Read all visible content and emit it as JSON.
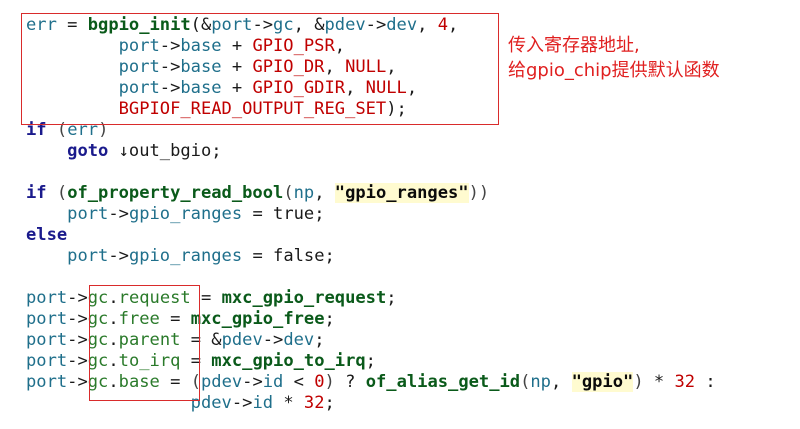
{
  "code_lines": [
    [
      {
        "t": "err",
        "c": "v"
      },
      {
        "t": " = ",
        "c": "o"
      },
      {
        "t": "bgpio_init",
        "c": "f"
      },
      {
        "t": "(&",
        "c": "o"
      },
      {
        "t": "port",
        "c": "v"
      },
      {
        "t": "->",
        "c": "o"
      },
      {
        "t": "gc",
        "c": "v"
      },
      {
        "t": ", &",
        "c": "o"
      },
      {
        "t": "pdev",
        "c": "v"
      },
      {
        "t": "->",
        "c": "o"
      },
      {
        "t": "dev",
        "c": "v"
      },
      {
        "t": ", ",
        "c": "o"
      },
      {
        "t": "4",
        "c": "c"
      },
      {
        "t": ",",
        "c": "o"
      }
    ],
    [
      {
        "t": "         ",
        "c": "o"
      },
      {
        "t": "port",
        "c": "v"
      },
      {
        "t": "->",
        "c": "o"
      },
      {
        "t": "base",
        "c": "v"
      },
      {
        "t": " + ",
        "c": "o"
      },
      {
        "t": "GPIO_PSR",
        "c": "c"
      },
      {
        "t": ",",
        "c": "o"
      }
    ],
    [
      {
        "t": "         ",
        "c": "o"
      },
      {
        "t": "port",
        "c": "v"
      },
      {
        "t": "->",
        "c": "o"
      },
      {
        "t": "base",
        "c": "v"
      },
      {
        "t": " + ",
        "c": "o"
      },
      {
        "t": "GPIO_DR",
        "c": "c"
      },
      {
        "t": ", ",
        "c": "o"
      },
      {
        "t": "NULL",
        "c": "c"
      },
      {
        "t": ",",
        "c": "o"
      }
    ],
    [
      {
        "t": "         ",
        "c": "o"
      },
      {
        "t": "port",
        "c": "v"
      },
      {
        "t": "->",
        "c": "o"
      },
      {
        "t": "base",
        "c": "v"
      },
      {
        "t": " + ",
        "c": "o"
      },
      {
        "t": "GPIO_GDIR",
        "c": "c"
      },
      {
        "t": ", ",
        "c": "o"
      },
      {
        "t": "NULL",
        "c": "c"
      },
      {
        "t": ",",
        "c": "o"
      }
    ],
    [
      {
        "t": "         ",
        "c": "o"
      },
      {
        "t": "BGPIOF_READ_OUTPUT_REG_SET",
        "c": "c"
      },
      {
        "t": ");",
        "c": "o"
      }
    ],
    [
      {
        "t": "if",
        "c": "k"
      },
      {
        "t": " (",
        "c": "g"
      },
      {
        "t": "err",
        "c": "v"
      },
      {
        "t": ")",
        "c": "g"
      }
    ],
    [
      {
        "t": "    ",
        "c": "o"
      },
      {
        "t": "goto",
        "c": "k"
      },
      {
        "t": " ↓out_bgio;",
        "c": "o"
      }
    ],
    [],
    [
      {
        "t": "if",
        "c": "k"
      },
      {
        "t": " (",
        "c": "g"
      },
      {
        "t": "of_property_read_bool",
        "c": "f"
      },
      {
        "t": "(",
        "c": "g"
      },
      {
        "t": "np",
        "c": "v"
      },
      {
        "t": ", ",
        "c": "o"
      },
      {
        "t": "\"gpio_ranges\"",
        "c": "s"
      },
      {
        "t": "))",
        "c": "g"
      }
    ],
    [
      {
        "t": "    ",
        "c": "o"
      },
      {
        "t": "port",
        "c": "v"
      },
      {
        "t": "->",
        "c": "o"
      },
      {
        "t": "gpio_ranges",
        "c": "v"
      },
      {
        "t": " = ",
        "c": "o"
      },
      {
        "t": "true",
        "c": "o"
      },
      {
        "t": ";",
        "c": "o"
      }
    ],
    [
      {
        "t": "else",
        "c": "k"
      }
    ],
    [
      {
        "t": "    ",
        "c": "o"
      },
      {
        "t": "port",
        "c": "v"
      },
      {
        "t": "->",
        "c": "o"
      },
      {
        "t": "gpio_ranges",
        "c": "v"
      },
      {
        "t": " = ",
        "c": "o"
      },
      {
        "t": "false",
        "c": "o"
      },
      {
        "t": ";",
        "c": "o"
      }
    ],
    [],
    [
      {
        "t": "port",
        "c": "v"
      },
      {
        "t": "->",
        "c": "o"
      },
      {
        "t": "gc",
        "c": "m"
      },
      {
        "t": ".",
        "c": "o"
      },
      {
        "t": "request",
        "c": "m"
      },
      {
        "t": " = ",
        "c": "o"
      },
      {
        "t": "mxc_gpio_request",
        "c": "f"
      },
      {
        "t": ";",
        "c": "o"
      }
    ],
    [
      {
        "t": "port",
        "c": "v"
      },
      {
        "t": "->",
        "c": "o"
      },
      {
        "t": "gc",
        "c": "m"
      },
      {
        "t": ".",
        "c": "o"
      },
      {
        "t": "free",
        "c": "m"
      },
      {
        "t": " = ",
        "c": "o"
      },
      {
        "t": "mxc_gpio_free",
        "c": "f"
      },
      {
        "t": ";",
        "c": "o"
      }
    ],
    [
      {
        "t": "port",
        "c": "v"
      },
      {
        "t": "->",
        "c": "o"
      },
      {
        "t": "gc",
        "c": "m"
      },
      {
        "t": ".",
        "c": "o"
      },
      {
        "t": "parent",
        "c": "m"
      },
      {
        "t": " = &",
        "c": "o"
      },
      {
        "t": "pdev",
        "c": "v"
      },
      {
        "t": "->",
        "c": "o"
      },
      {
        "t": "dev",
        "c": "v"
      },
      {
        "t": ";",
        "c": "o"
      }
    ],
    [
      {
        "t": "port",
        "c": "v"
      },
      {
        "t": "->",
        "c": "o"
      },
      {
        "t": "gc",
        "c": "m"
      },
      {
        "t": ".",
        "c": "o"
      },
      {
        "t": "to_irq",
        "c": "m"
      },
      {
        "t": " = ",
        "c": "o"
      },
      {
        "t": "mxc_gpio_to_irq",
        "c": "f"
      },
      {
        "t": ";",
        "c": "o"
      }
    ],
    [
      {
        "t": "port",
        "c": "v"
      },
      {
        "t": "->",
        "c": "o"
      },
      {
        "t": "gc",
        "c": "m"
      },
      {
        "t": ".",
        "c": "o"
      },
      {
        "t": "base",
        "c": "m"
      },
      {
        "t": " = ",
        "c": "o"
      },
      {
        "t": "(",
        "c": "g"
      },
      {
        "t": "pdev",
        "c": "v"
      },
      {
        "t": "->",
        "c": "o"
      },
      {
        "t": "id",
        "c": "v"
      },
      {
        "t": " < ",
        "c": "o"
      },
      {
        "t": "0",
        "c": "c"
      },
      {
        "t": ")",
        "c": "g"
      },
      {
        "t": " ? ",
        "c": "o"
      },
      {
        "t": "of_alias_get_id",
        "c": "f"
      },
      {
        "t": "(",
        "c": "g"
      },
      {
        "t": "np",
        "c": "v"
      },
      {
        "t": ", ",
        "c": "o"
      },
      {
        "t": "\"gpio\"",
        "c": "s"
      },
      {
        "t": ")",
        "c": "g"
      },
      {
        "t": " * ",
        "c": "o"
      },
      {
        "t": "32",
        "c": "c"
      },
      {
        "t": " :",
        "c": "o"
      }
    ],
    [
      {
        "t": "                ",
        "c": "o"
      },
      {
        "t": "pdev",
        "c": "v"
      },
      {
        "t": "->",
        "c": "o"
      },
      {
        "t": "id",
        "c": "v"
      },
      {
        "t": " * ",
        "c": "o"
      },
      {
        "t": "32",
        "c": "c"
      },
      {
        "t": ";",
        "c": "o"
      }
    ]
  ],
  "annotation": {
    "line1": "传入寄存器地址,",
    "line2": "给gpio_chip提供默认函数"
  },
  "colors": {
    "box_border": "#d92b2b",
    "annotation_text": "#e02020"
  }
}
